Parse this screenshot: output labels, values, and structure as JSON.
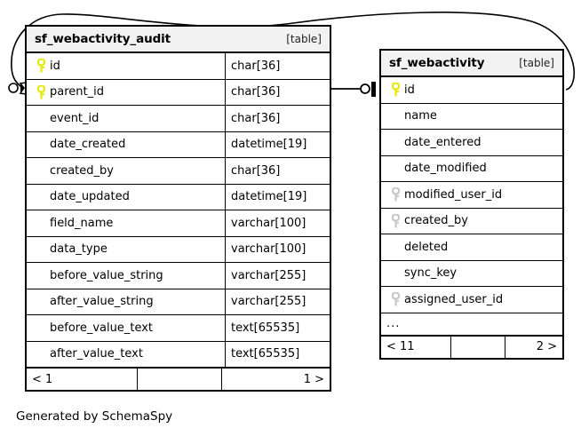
{
  "diagram": {
    "caption": "Generated by SchemaSpy",
    "table_tag": "[table]",
    "ellipsis": "...",
    "colors": {
      "primary_key": "#e8e80b",
      "foreign_key": "#c8c8c8",
      "header_background": "#f2f2f2",
      "border": "#000000",
      "background": "#ffffff"
    },
    "tables": [
      {
        "id": "audit",
        "name": "sf_webactivity_audit",
        "tag": "[table]",
        "columns": [
          {
            "key": "primary",
            "name": "id",
            "type": "char[36]"
          },
          {
            "key": "primary",
            "name": "parent_id",
            "type": "char[36]"
          },
          {
            "key": "none",
            "name": "event_id",
            "type": "char[36]"
          },
          {
            "key": "none",
            "name": "date_created",
            "type": "datetime[19]"
          },
          {
            "key": "none",
            "name": "created_by",
            "type": "char[36]"
          },
          {
            "key": "none",
            "name": "date_updated",
            "type": "datetime[19]"
          },
          {
            "key": "none",
            "name": "field_name",
            "type": "varchar[100]"
          },
          {
            "key": "none",
            "name": "data_type",
            "type": "varchar[100]"
          },
          {
            "key": "none",
            "name": "before_value_string",
            "type": "varchar[255]"
          },
          {
            "key": "none",
            "name": "after_value_string",
            "type": "varchar[255]"
          },
          {
            "key": "none",
            "name": "before_value_text",
            "type": "text[65535]"
          },
          {
            "key": "none",
            "name": "after_value_text",
            "type": "text[65535]"
          }
        ],
        "has_ellipsis": false,
        "footer": {
          "prev": "< 1",
          "middle": "",
          "next": "1 >"
        }
      },
      {
        "id": "webactivity",
        "name": "sf_webactivity",
        "tag": "[table]",
        "columns": [
          {
            "key": "primary",
            "name": "id",
            "type": ""
          },
          {
            "key": "none",
            "name": "name",
            "type": ""
          },
          {
            "key": "none",
            "name": "date_entered",
            "type": ""
          },
          {
            "key": "none",
            "name": "date_modified",
            "type": ""
          },
          {
            "key": "foreign",
            "name": "modified_user_id",
            "type": ""
          },
          {
            "key": "foreign",
            "name": "created_by",
            "type": ""
          },
          {
            "key": "none",
            "name": "deleted",
            "type": ""
          },
          {
            "key": "none",
            "name": "sync_key",
            "type": ""
          },
          {
            "key": "foreign",
            "name": "assigned_user_id",
            "type": ""
          }
        ],
        "has_ellipsis": true,
        "footer": {
          "prev": "< 11",
          "middle": "",
          "next": "2 >"
        }
      }
    ],
    "relationships": [
      {
        "name": "audit-parent-to-webactivity",
        "from": "sf_webactivity_audit.parent_id",
        "to": "sf_webactivity.id",
        "from_cardinality": "zero-or-one",
        "to_cardinality": "zero-or-one"
      },
      {
        "name": "webactivity-id-to-audit-parent",
        "from": "sf_webactivity.id",
        "to": "sf_webactivity_audit.parent_id",
        "from_cardinality": "one",
        "to_cardinality": "zero-or-many"
      }
    ]
  }
}
